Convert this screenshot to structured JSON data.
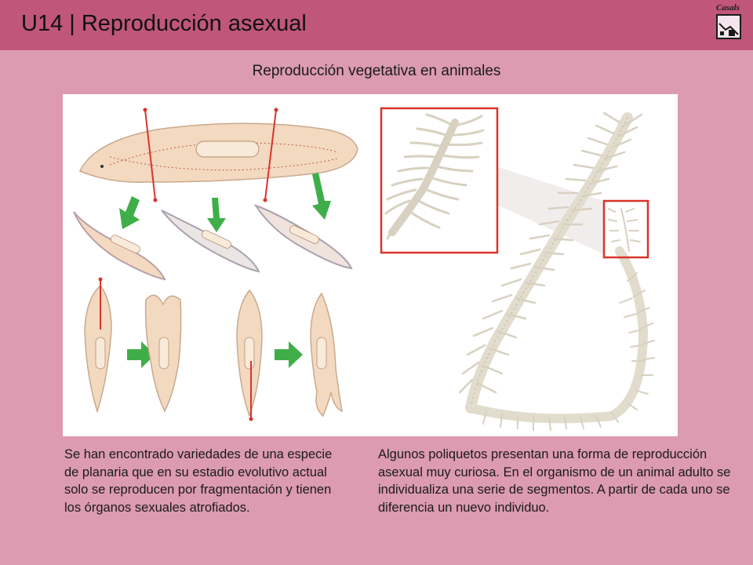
{
  "header": {
    "title": "U14 | Reproducción asexual",
    "logo_text": "Casals",
    "color": "#c0567a"
  },
  "slide": {
    "subtitle": "Reproducción vegetativa en animales",
    "background": "#dc9bb0"
  },
  "figure": {
    "left_panel": "planaria-fragmentation-illustration",
    "right_panel": "polychaete-segment-budding-illustration",
    "arrow_color": "#3fae49",
    "cut_line_color": "#d9342b",
    "highlight_box_color": "#d9342b"
  },
  "captions": {
    "left": "Se han encontrado variedades de una especie de planaria que en su estadio evolutivo actual solo se reproducen por fragmentación y tienen los órganos sexuales atrofiados.",
    "right": "Algunos poliquetos presentan una forma de reproducción asexual muy curiosa. En el organismo de un animal adulto se individualiza una serie de segmentos. A partir de cada uno se diferencia un nuevo individuo."
  }
}
